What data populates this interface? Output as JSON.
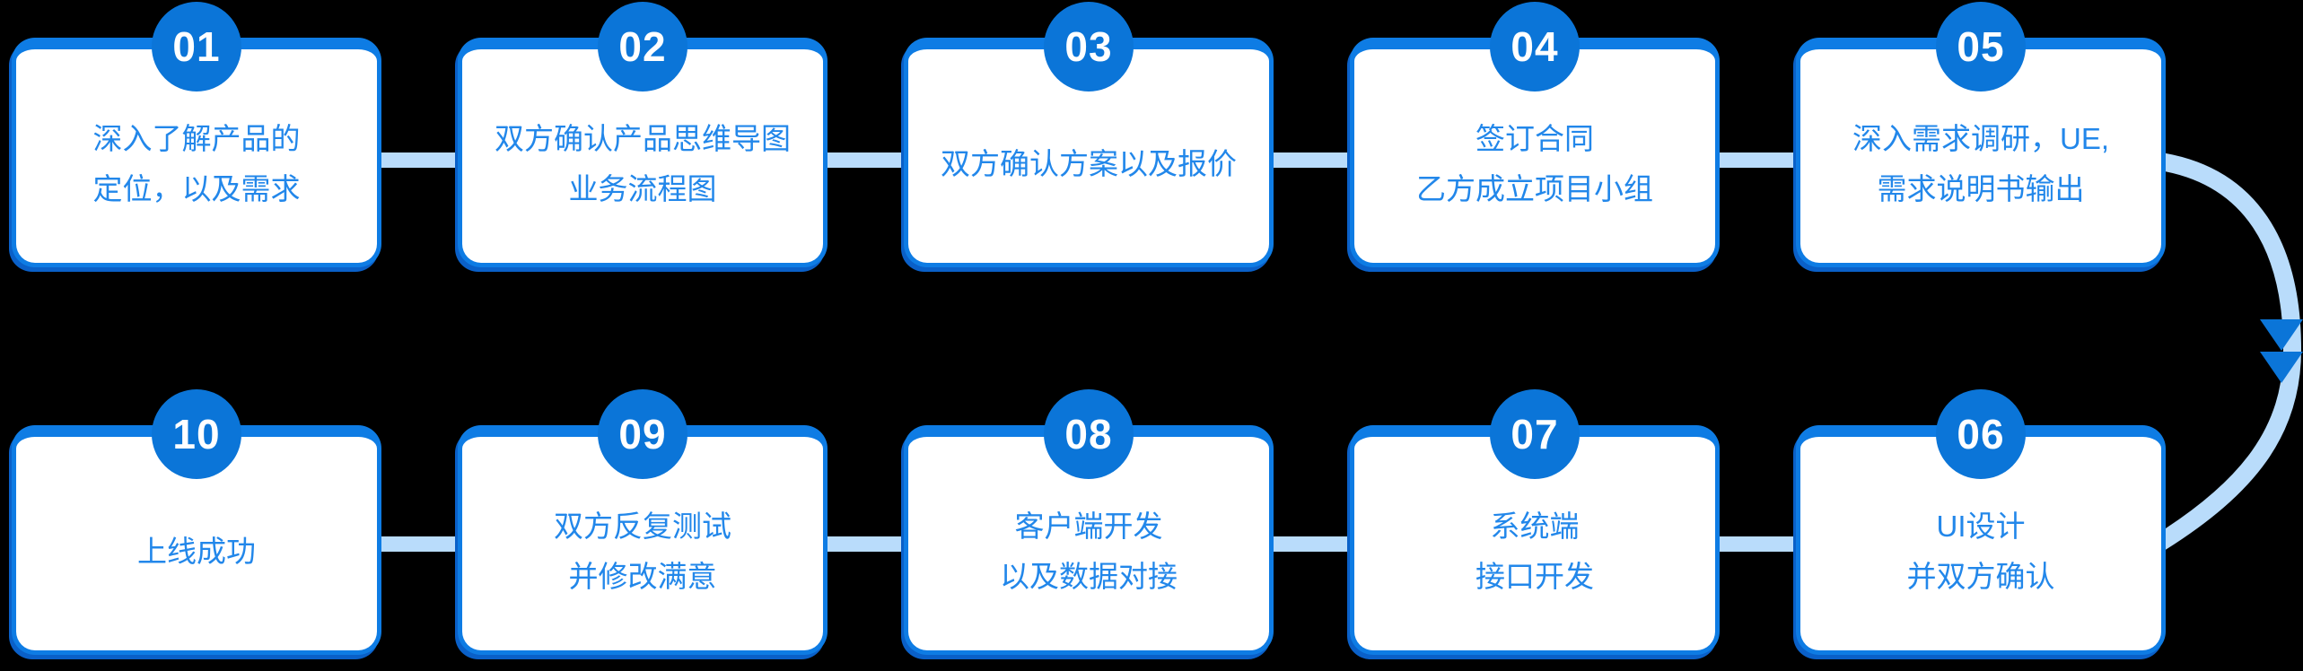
{
  "colors": {
    "background": "#000000",
    "badge": "#0b75d8",
    "border": "#0e7ce4",
    "text": "#2287ea",
    "connector": "#b9dcfb",
    "arrowhead": "#0b75d8",
    "box_bg": "#ffffff",
    "shadow": "#0a60c8"
  },
  "steps": [
    {
      "num": "01",
      "lines": [
        "深入了解产品的",
        "定位，以及需求"
      ]
    },
    {
      "num": "02",
      "lines": [
        "双方确认产品思维导图",
        "业务流程图"
      ]
    },
    {
      "num": "03",
      "lines": [
        "双方确认方案以及报价"
      ]
    },
    {
      "num": "04",
      "lines": [
        "签订合同",
        "乙方成立项目小组"
      ]
    },
    {
      "num": "05",
      "lines": [
        "深入需求调研，UE,",
        "需求说明书输出"
      ]
    },
    {
      "num": "06",
      "lines": [
        "UI设计",
        "并双方确认"
      ]
    },
    {
      "num": "07",
      "lines": [
        "系统端",
        "接口开发"
      ]
    },
    {
      "num": "08",
      "lines": [
        "客户端开发",
        "以及数据对接"
      ]
    },
    {
      "num": "09",
      "lines": [
        "双方反复测试",
        "并修改满意"
      ]
    },
    {
      "num": "10",
      "lines": [
        "上线成功"
      ]
    }
  ],
  "layout": {
    "top_row_order": [
      "01",
      "02",
      "03",
      "04",
      "05"
    ],
    "bottom_row_order": [
      "10",
      "09",
      "08",
      "07",
      "06"
    ]
  }
}
